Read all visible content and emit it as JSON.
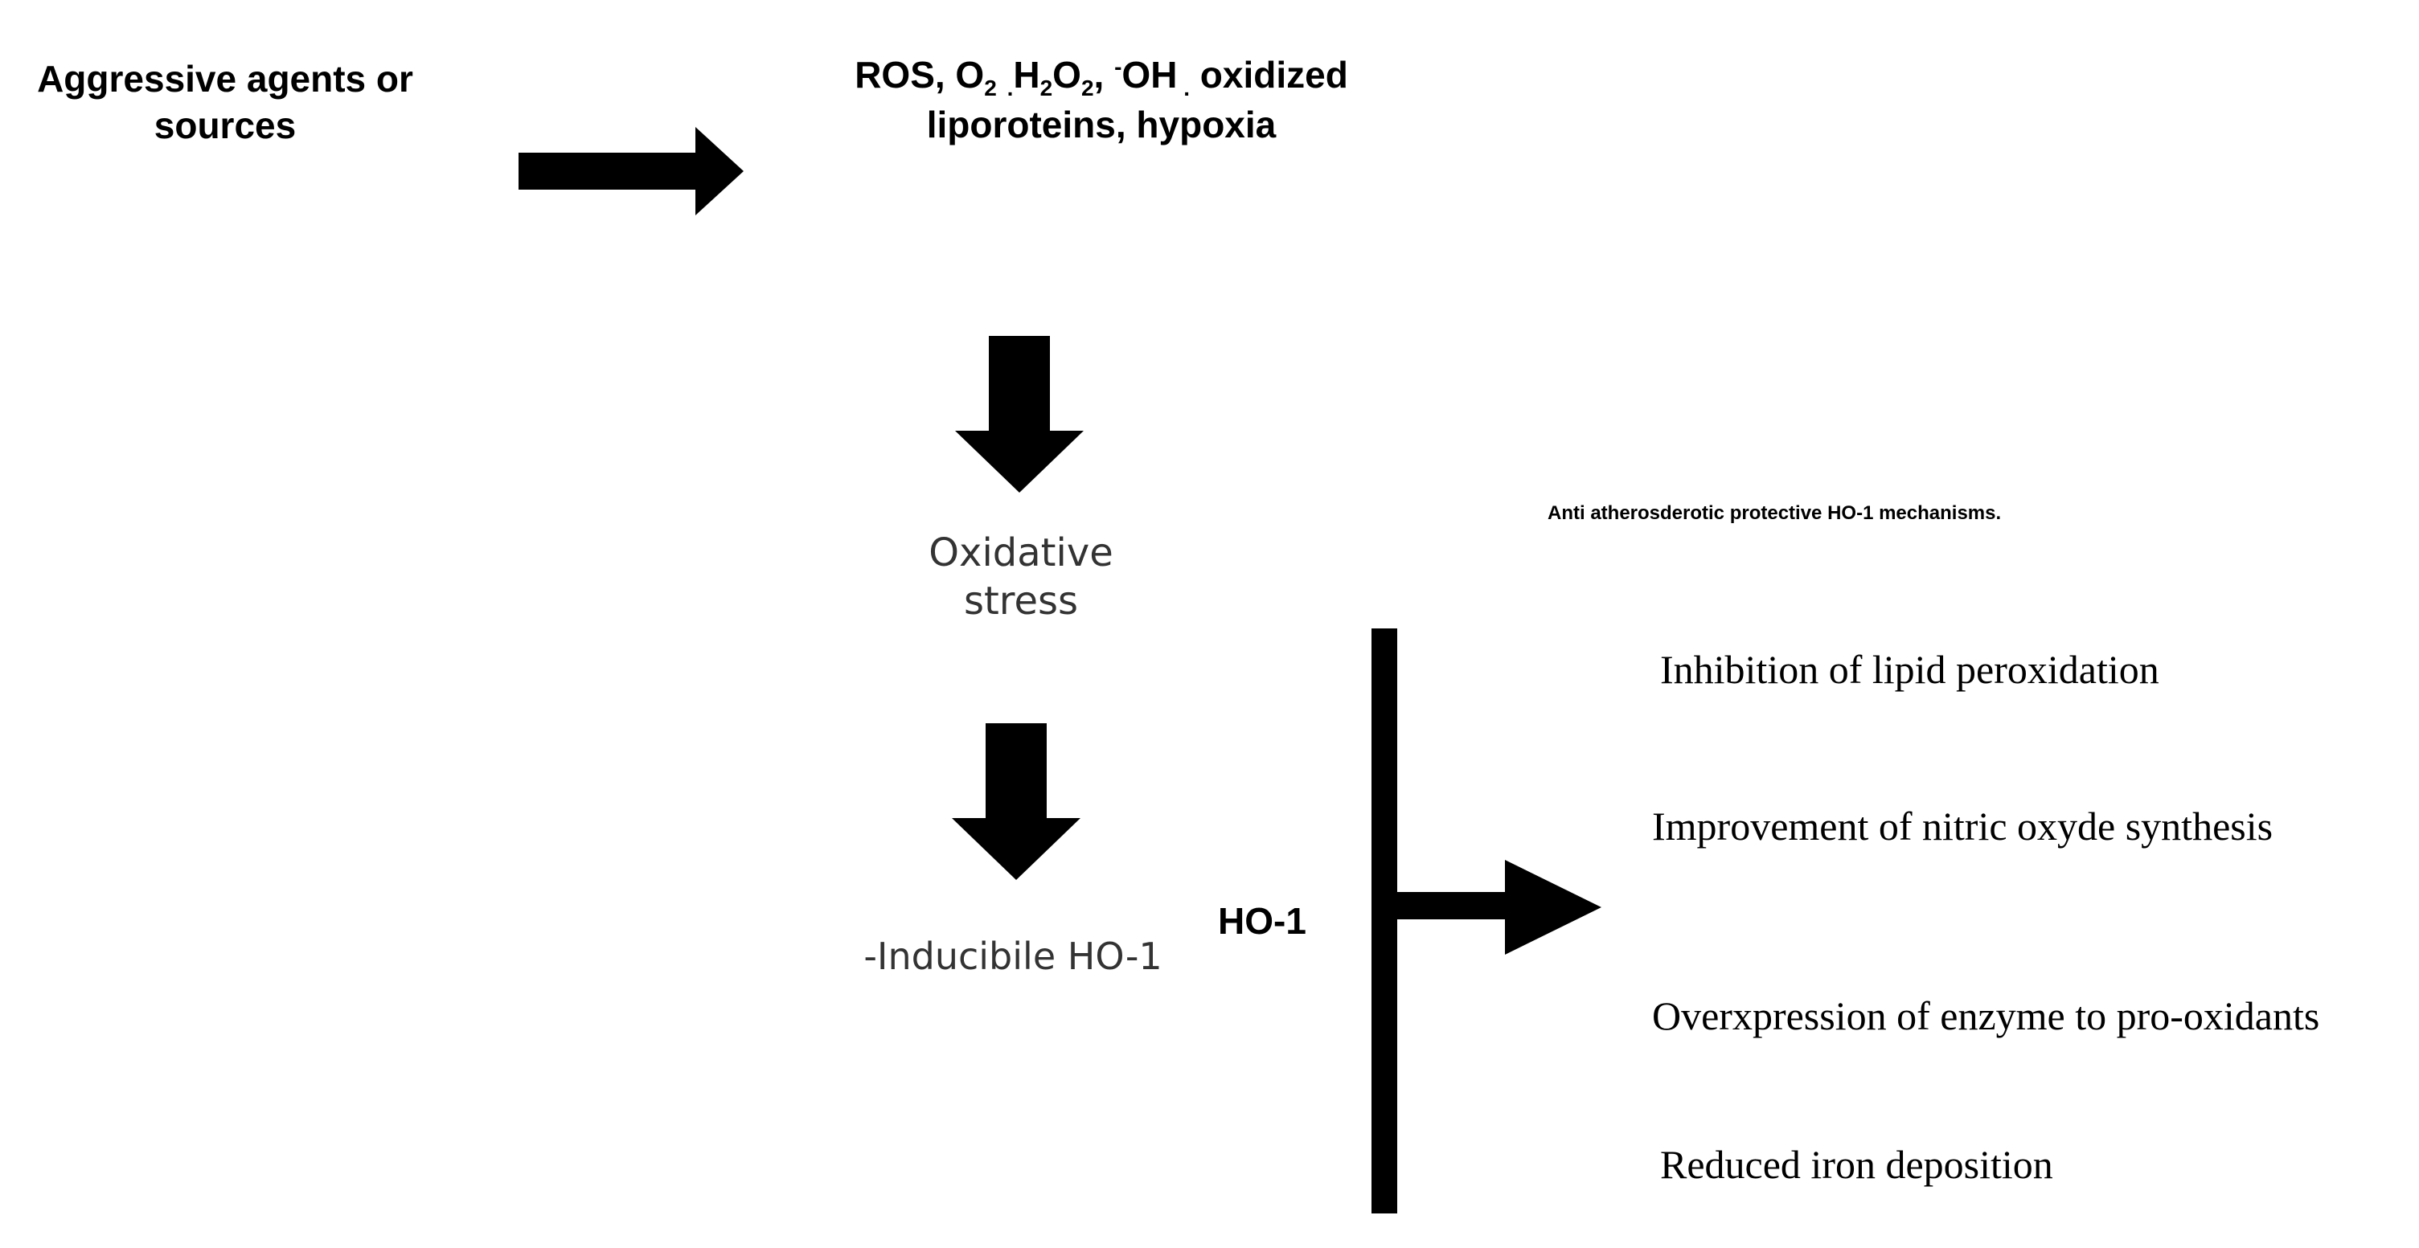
{
  "source": {
    "line1": "Aggressive agents or",
    "line2": "sources"
  },
  "agents": {
    "line1_parts": [
      "ROS, O",
      "2",
      " ",
      ".",
      "H",
      "2",
      "O",
      "2",
      ", ",
      "-",
      "OH",
      " ",
      ".",
      "  oxidized"
    ],
    "line1_text": "ROS, O2 .H2O2, -OH .  oxidized",
    "line2": "liporoteins, hypoxia"
  },
  "stress": {
    "line1": "Oxidative",
    "line2": "stress"
  },
  "inducible": {
    "label": "-Inducibile HO-1"
  },
  "ho1": {
    "label": "HO-1"
  },
  "mechanisms": {
    "heading": "Anti atherosderotic protective  HO-1 mechanisms.",
    "items": [
      "Inhibition  of lipid  peroxidation",
      "Improvement  of nitric  oxyde synthesis",
      "Overxpression of enzyme  to pro-oxidants",
      "Reduced iron deposition"
    ]
  },
  "colors": {
    "ink": "#000000",
    "muted_text": "#333333",
    "background": "#ffffff"
  }
}
